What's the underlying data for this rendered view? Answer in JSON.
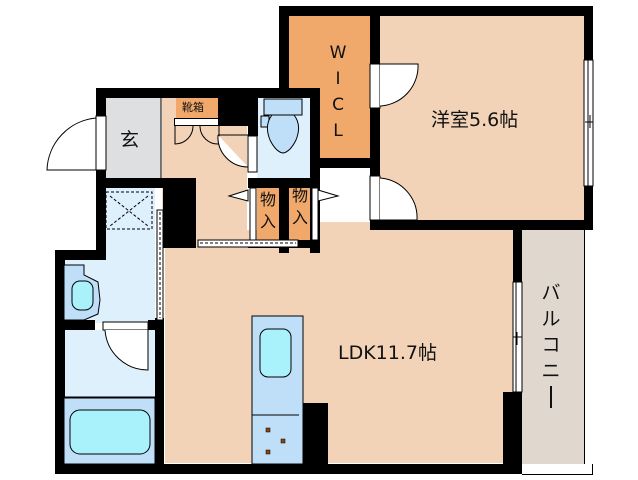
{
  "floorplan": {
    "layout_type": "1LDK",
    "colors": {
      "wall": "#000000",
      "living": "#f2d3b8",
      "storage": "#f1a96b",
      "entrance": "#dedfe1",
      "wet_area": "#dff0fd",
      "fixture": "#bfdff9",
      "water": "#aaf2fb",
      "balcony": "#e0d7cf"
    },
    "rooms": {
      "bedroom": {
        "label": "洋室5.6帖",
        "name": "洋室",
        "size": "5.6帖"
      },
      "ldk": {
        "label": "LDK11.7帖",
        "name": "LDK",
        "size": "11.7帖"
      },
      "wic": {
        "label": "WIC",
        "letters": [
          "W",
          "I",
          "C",
          "L"
        ]
      },
      "entrance": {
        "label": "玄"
      },
      "shoe_box": {
        "label": "靴箱"
      },
      "storage_left": {
        "label_top": "物",
        "label_bottom": "入"
      },
      "storage_right": {
        "label_top": "物",
        "label_bottom": "入"
      },
      "balcony": {
        "label": "バルコニー",
        "chars": [
          "バ",
          "ル",
          "コ",
          "ニ",
          "ー"
        ]
      }
    }
  }
}
